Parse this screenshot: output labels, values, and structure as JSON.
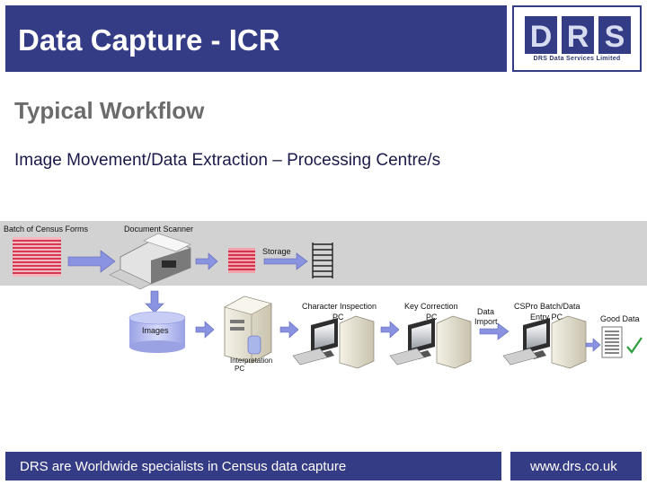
{
  "header": {
    "title": "Data Capture - ICR",
    "logo": {
      "letters": [
        "D",
        "R",
        "S"
      ],
      "tagline": "DRS Data Services Limited"
    }
  },
  "content": {
    "subtitle": "Typical Workflow",
    "description": "Image Movement/Data Extraction – Processing Centre/s"
  },
  "diagram": {
    "labels": {
      "batch": "Batch of Census Forms",
      "scanner": "Document Scanner",
      "storage": "Storage",
      "images": "Images",
      "interpretation_1": "Interpretation",
      "interpretation_2": "PC",
      "char_inspection_1": "Character Inspection",
      "char_inspection_2": "PC",
      "key_correction_1": "Key Correction",
      "key_correction_2": "PC",
      "data_import_1": "Data",
      "data_import_2": "Import",
      "cspro_1": "CSPro Batch/Data",
      "cspro_2": "Entry PC",
      "good_data": "Good Data"
    }
  },
  "footer": {
    "tagline": "DRS are Worldwide specialists in Census data capture",
    "url": "www.drs.co.uk"
  },
  "colors": {
    "brand_navy": "#343c85",
    "band_gray": "#d2d2d2",
    "forms_red": "#c8102e",
    "arrow_blue": "#8a93e0"
  }
}
